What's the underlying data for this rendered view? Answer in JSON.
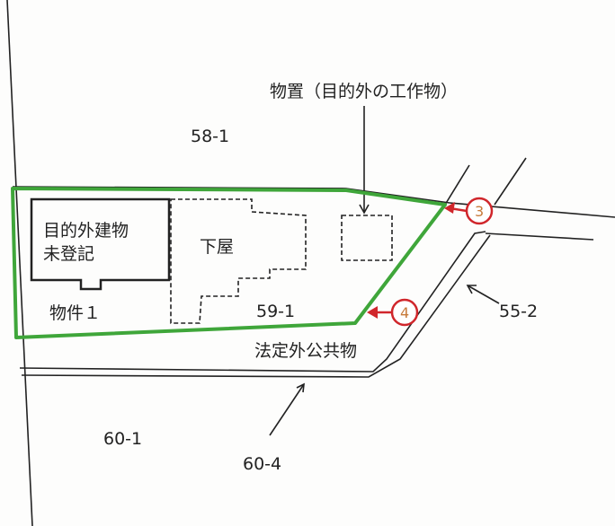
{
  "labels": {
    "lot_58_1": "58-1",
    "lot_59_1": "59-1",
    "lot_60_1": "60-1",
    "lot_60_4": "60-4",
    "lot_55_2": "55-2",
    "storage": "物置（目的外の工作物）",
    "building_line1": "目的外建物",
    "building_line2": "未登記",
    "annex": "下屋",
    "property": "物件１",
    "public_land": "法定外公共物"
  },
  "markers": {
    "m3": "3",
    "m4": "4"
  },
  "colors": {
    "boundary": "#3fa63a",
    "marker": "#d0262b"
  }
}
